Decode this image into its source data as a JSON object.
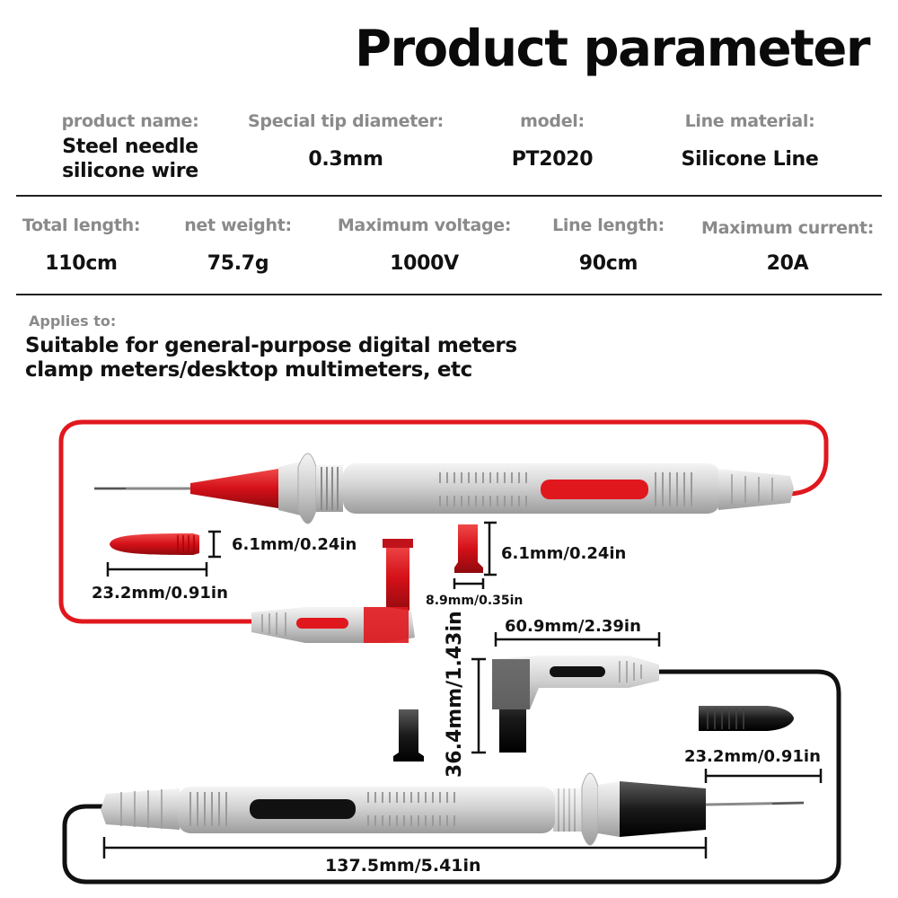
{
  "title": "Product parameter",
  "row1": [
    {
      "label": "product name:",
      "value_lines": [
        "Steel needle",
        "silicone wire"
      ]
    },
    {
      "label": "Special tip diameter:",
      "value_lines": [
        "0.3mm"
      ]
    },
    {
      "label": "model:",
      "value_lines": [
        "PT2020"
      ]
    },
    {
      "label": "Line material:",
      "value_lines": [
        "Silicone Line"
      ]
    }
  ],
  "row2": [
    {
      "label": "Total length:",
      "value": "110cm"
    },
    {
      "label": "net weight:",
      "value": "75.7g"
    },
    {
      "label": "Maximum voltage:",
      "value": "1000V"
    },
    {
      "label": "Line length:",
      "value": "90cm"
    },
    {
      "label": "Maximum current:",
      "value": "20A"
    }
  ],
  "applies": {
    "label": "Applies to:",
    "lines": [
      "Suitable for general-purpose digital meters",
      "clamp meters/desktop multimeters, etc"
    ]
  },
  "dimensions": {
    "red_sleeve_height": "6.1mm/0.24in",
    "red_sleeve_length": "23.2mm/0.91in",
    "red_cap_height": "6.1mm/0.24in",
    "red_cap_width": "8.9mm/0.35in",
    "angle_plug_height": "36.4mm/1.43in",
    "angle_plug_length": "60.9mm/2.39in",
    "black_sleeve_length": "23.2mm/0.91in",
    "probe_length": "137.5mm/5.41in"
  },
  "colors": {
    "red": "#e0181e",
    "black": "#1a1a1a",
    "silver": "#d8d8d8"
  }
}
